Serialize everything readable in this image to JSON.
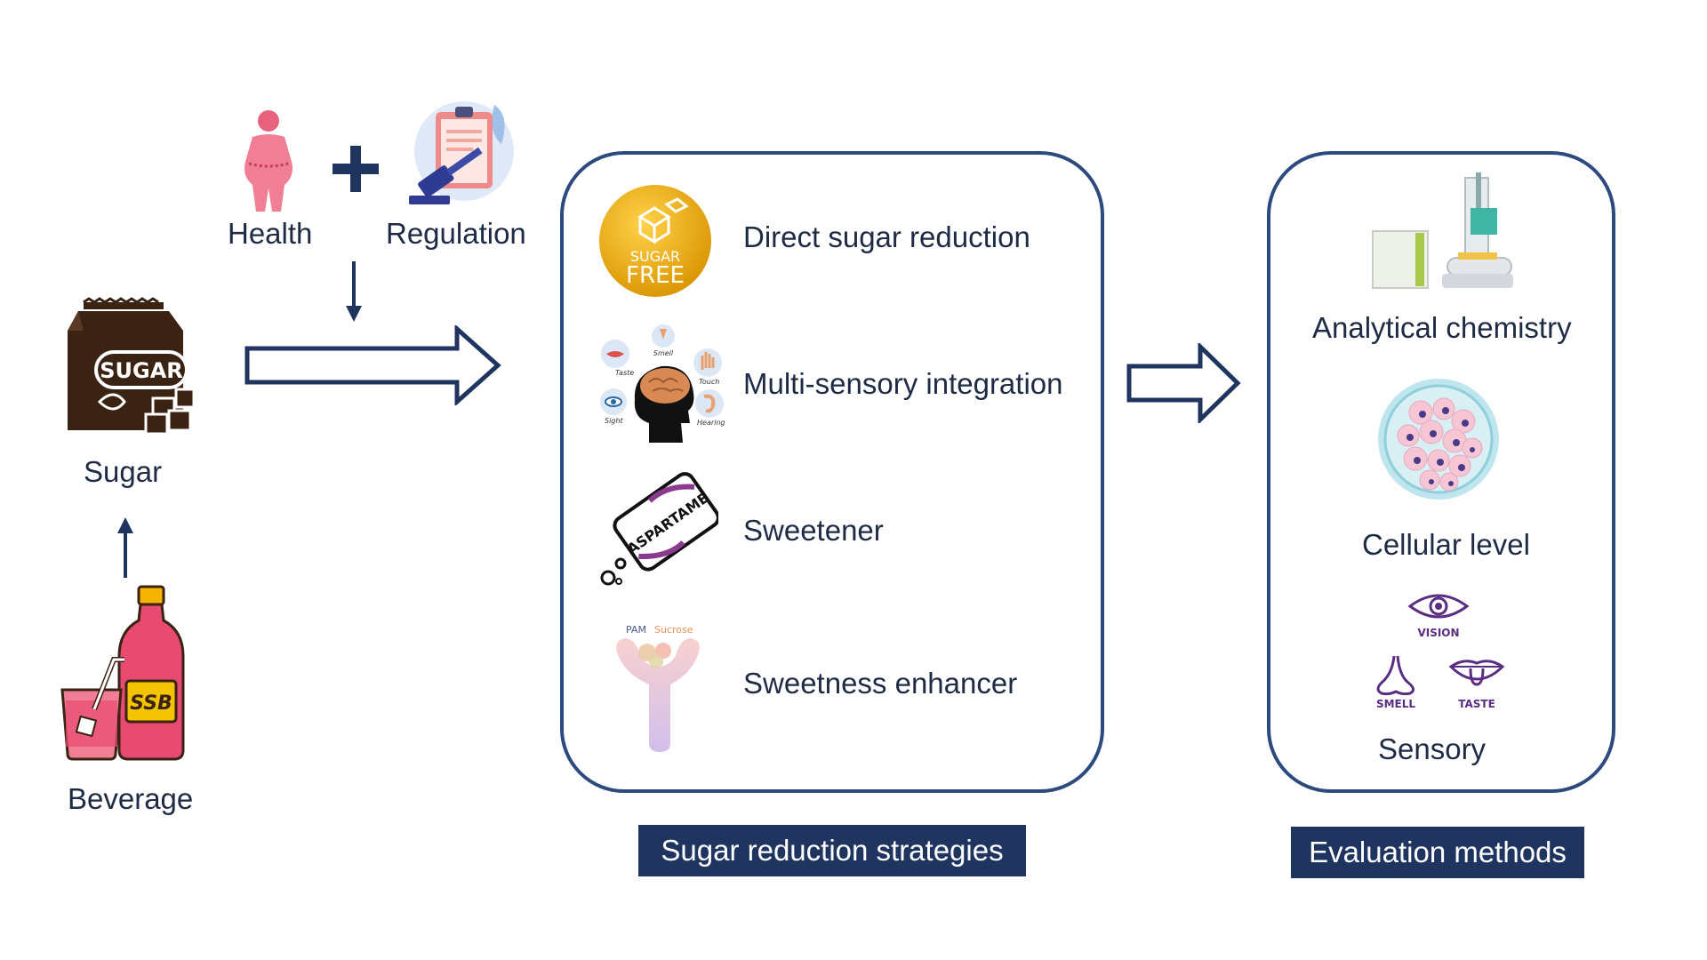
{
  "inputs": {
    "health_label": "Health",
    "regulation_label": "Regulation",
    "sugar_label": "Sugar",
    "sugar_pack_text": "SUGAR",
    "beverage_label": "Beverage",
    "ssb_text": "SSB"
  },
  "strategies": {
    "title": "Sugar reduction strategies",
    "items": [
      {
        "label": "Direct sugar reduction",
        "icon": "sugar-free-badge-icon"
      },
      {
        "label": "Multi-sensory integration",
        "icon": "brain-senses-icon"
      },
      {
        "label": "Sweetener",
        "icon": "aspartame-packet-icon"
      },
      {
        "label": "Sweetness enhancer",
        "icon": "receptor-icon"
      }
    ],
    "sugar_free_top": "SUGAR",
    "sugar_free_bottom": "FREE",
    "aspartame_text": "ASPARTAME",
    "receptor_left": "PAM",
    "receptor_right": "Sucrose",
    "senses": {
      "taste": "Taste",
      "smell": "Smell",
      "touch": "Touch",
      "sight": "Sight",
      "hearing": "Hearing"
    }
  },
  "evaluation": {
    "title": "Evaluation methods",
    "items": [
      {
        "label": "Analytical chemistry",
        "icon": "lab-instrument-icon"
      },
      {
        "label": "Cellular level",
        "icon": "petri-dish-cells-icon"
      },
      {
        "label": "Sensory",
        "icon": "sensory-icons"
      }
    ],
    "vision": "VISION",
    "smell": "SMELL",
    "taste": "TASTE"
  },
  "colors": {
    "navy": "#1f3560",
    "border": "#2c4a7e",
    "pink": "#e84a72",
    "brown": "#3b2314",
    "gold": "#e8a80c",
    "purple": "#5a2d82"
  }
}
